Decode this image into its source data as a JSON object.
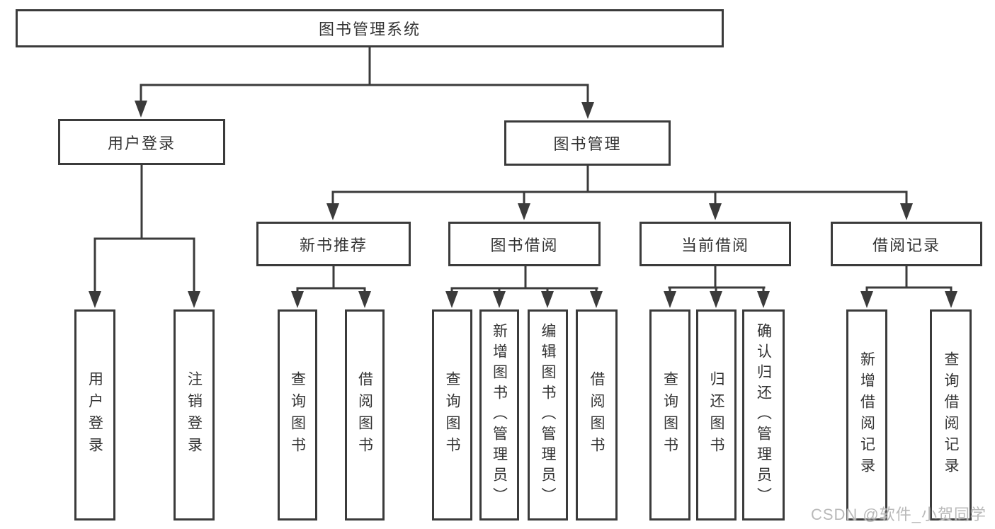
{
  "diagram": {
    "type": "hierarchy",
    "root": {
      "label": "图书管理系统",
      "children": [
        {
          "label": "用户登录",
          "children": [
            {
              "label": "用户登录"
            },
            {
              "label": "注销登录"
            }
          ]
        },
        {
          "label": "图书管理",
          "children": [
            {
              "label": "新书推荐",
              "children": [
                {
                  "label": "查询图书"
                },
                {
                  "label": "借阅图书"
                }
              ]
            },
            {
              "label": "图书借阅",
              "children": [
                {
                  "label": "查询图书"
                },
                {
                  "label": "新增图书（管理员）"
                },
                {
                  "label": "编辑图书（管理员）"
                },
                {
                  "label": "借阅图书"
                }
              ]
            },
            {
              "label": "当前借阅",
              "children": [
                {
                  "label": "查询图书"
                },
                {
                  "label": "归还图书"
                },
                {
                  "label": "确认归还（管理员）"
                }
              ]
            },
            {
              "label": "借阅记录",
              "children": [
                {
                  "label": "新增借阅记录"
                },
                {
                  "label": "查询借阅记录"
                }
              ]
            }
          ]
        }
      ]
    },
    "colors": {
      "line": "#3b3b3b",
      "text": "#333333",
      "background": "#ffffff",
      "watermark": "#b9b9b9"
    }
  },
  "watermark": {
    "text": "CSDN @软件_小贺同学"
  }
}
